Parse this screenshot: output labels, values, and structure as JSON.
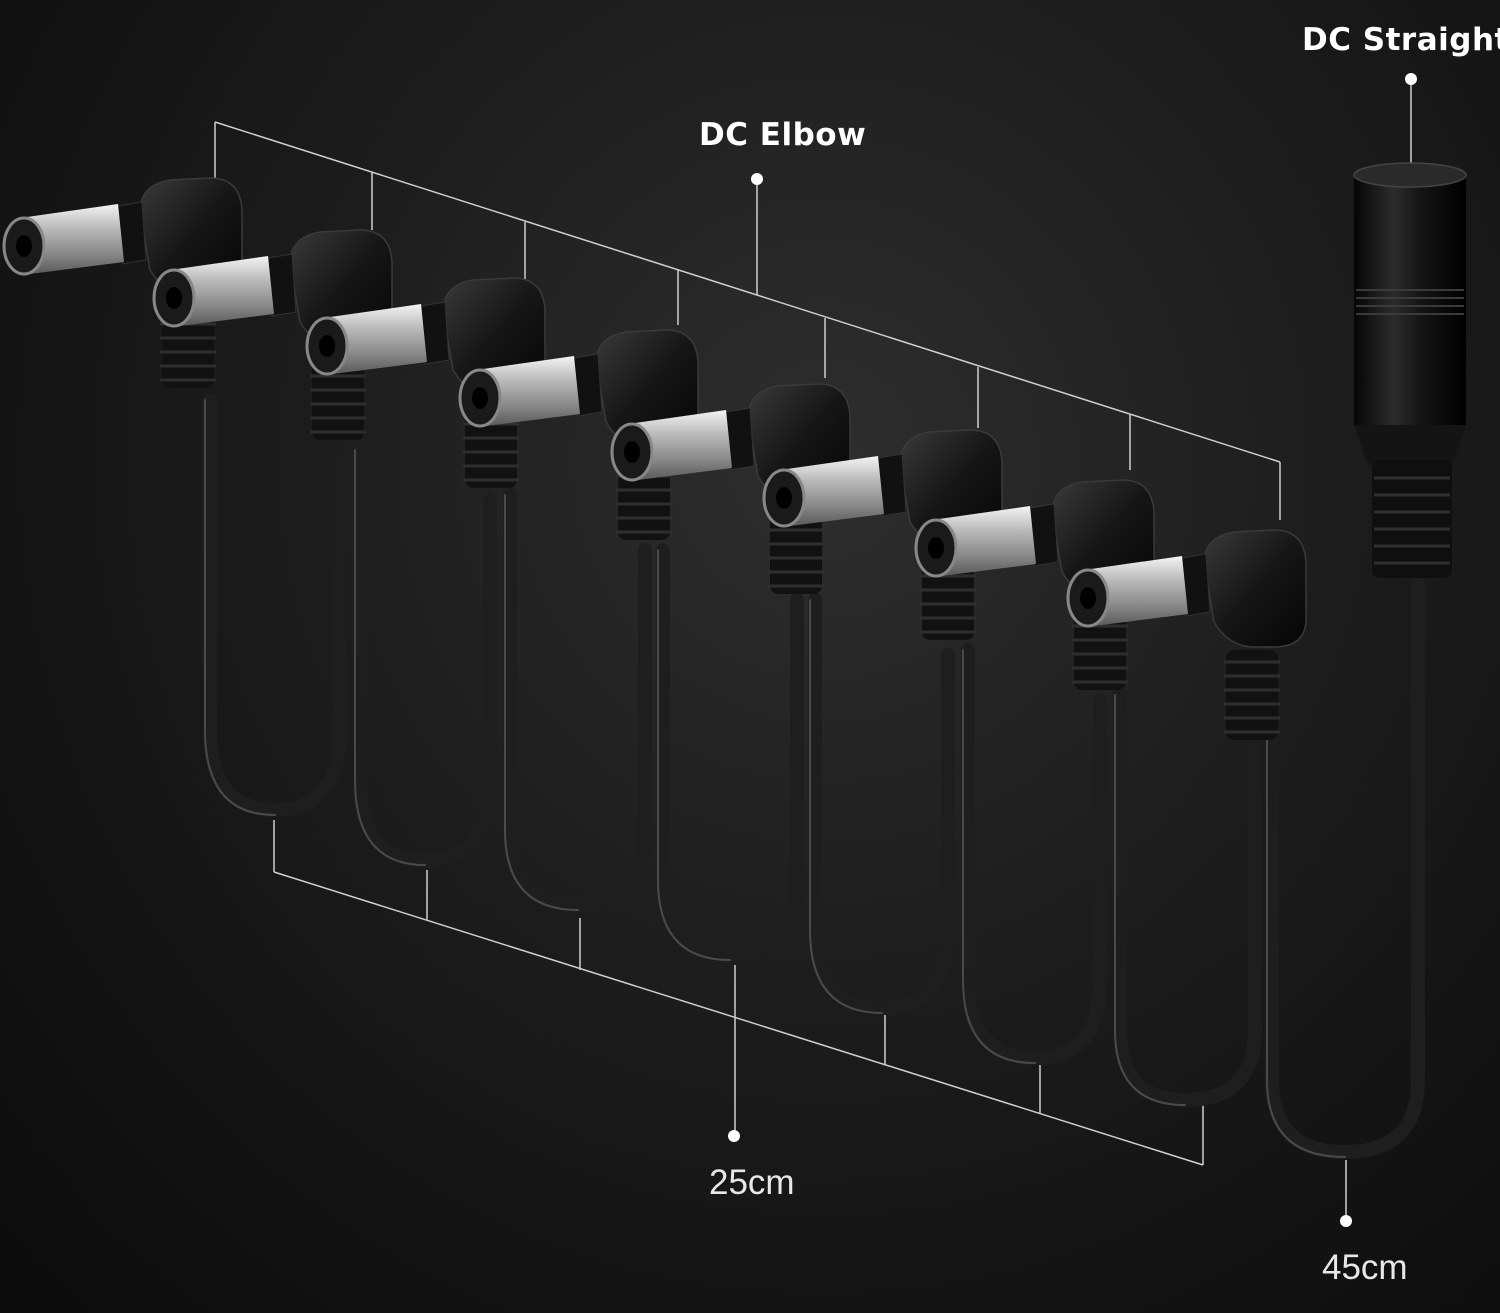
{
  "labels": {
    "dc_straight": "DC Straight",
    "dc_elbow": "DC Elbow",
    "length_short": "25cm",
    "length_long": "45cm"
  },
  "product": {
    "elbow_plug_count": 8,
    "straight_plug_count": 1
  },
  "colors": {
    "background": "#0c0c0c",
    "text": "#ffffff",
    "callout_line": "#d0d0d0",
    "plug_body": "#1a1a1a",
    "metal_tip": "#c8c8c8"
  }
}
